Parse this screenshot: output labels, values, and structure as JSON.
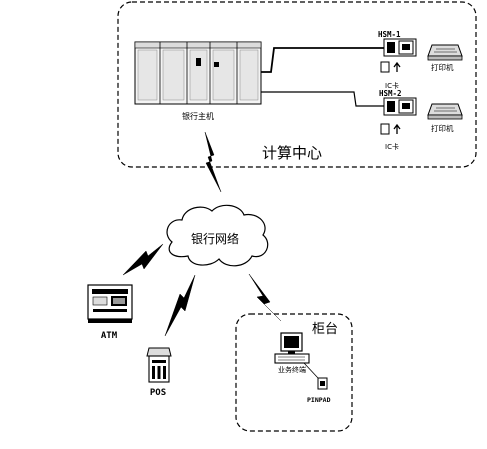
{
  "computing_center": {
    "title": "计算中心",
    "host_label": "银行主机",
    "hsm1_label": "HSM-1",
    "hsm2_label": "HSM-2",
    "ic_card_label": "IC卡",
    "printer_label": "打印机"
  },
  "network": {
    "label": "银行网络"
  },
  "terminals": {
    "atm_label": "ATM",
    "pos_label": "POS"
  },
  "counter": {
    "title": "柜台",
    "workstation_label": "业务终端",
    "pinpad_label": "PINPAD"
  }
}
